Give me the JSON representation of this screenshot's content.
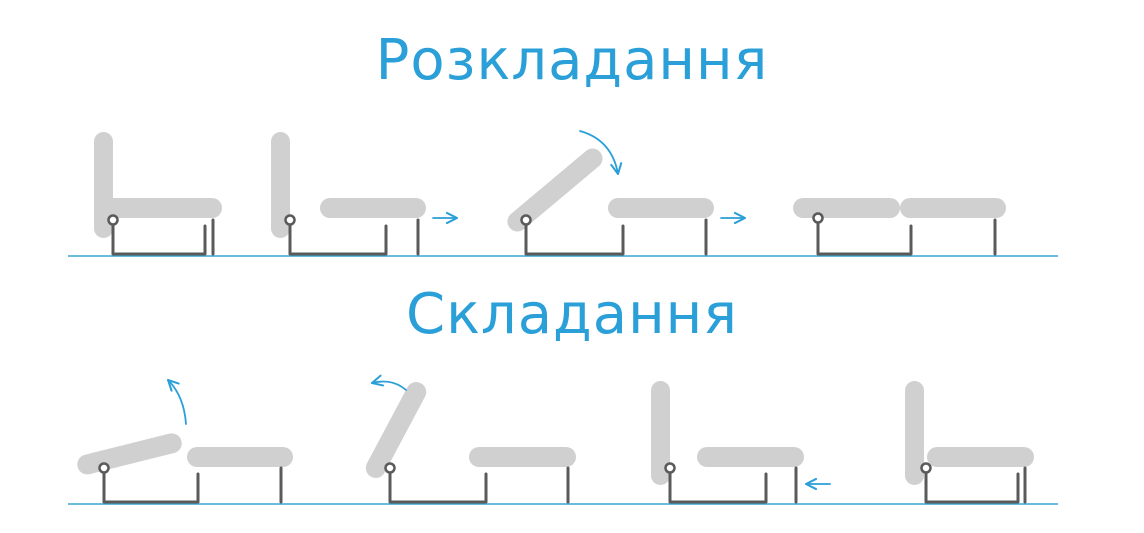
{
  "headings": {
    "unfold": "Розкладання",
    "fold": "Складання"
  },
  "colors": {
    "accent": "#2a9fd8",
    "cushion": "#d0d0d0",
    "frame": "#5a5a5a",
    "floor": "#3aa6cf"
  },
  "sequences": {
    "unfold": [
      "sofa-upright",
      "sofa-seat-pulled-out",
      "sofa-back-lowering",
      "sofa-flat-bed"
    ],
    "fold": [
      "sofa-back-lifting",
      "sofa-back-raised",
      "sofa-back-upright-seat-out",
      "sofa-upright"
    ]
  }
}
